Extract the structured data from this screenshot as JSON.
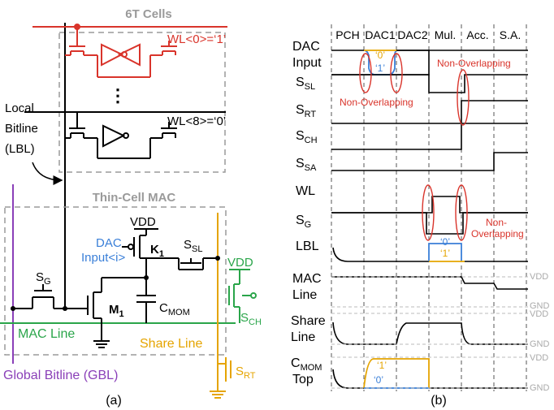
{
  "colors": {
    "black": "#000000",
    "red": "#d9342b",
    "green": "#2aa54a",
    "orange": "#e5a400",
    "blue": "#3a7fd8",
    "purple": "#8a3fb8",
    "gray": "#9a9a9a"
  },
  "left": {
    "cells_title": "6T Cells",
    "wl0": "WL<0>=‘1’",
    "dots": "⋮",
    "wl8": "WL<8>=‘0’",
    "lbl_1": "Local",
    "lbl_2": "Bitline",
    "lbl_3": "(LBL)",
    "mac_title": "Thin-Cell MAC",
    "vdd1": "VDD",
    "dac_1": "DAC",
    "dac_2": "Input<i>",
    "k1": "K",
    "k1_sub": "1",
    "ssl": "S",
    "ssl_sub": "SL",
    "sg": "S",
    "sg_sub": "G",
    "m1": "M",
    "m1_sub": "1",
    "cmom": "C",
    "cmom_sub": "MOM",
    "vdd2": "VDD",
    "sch": "S",
    "sch_sub": "CH",
    "mac_line": "MAC Line",
    "share_line": "Share Line",
    "gbl": "Global Bitline (GBL)",
    "srt": "S",
    "srt_sub": "RT",
    "caption": "(a)"
  },
  "right": {
    "phases": [
      "PCH",
      "DAC1",
      "DAC2",
      "Mul.",
      "Acc.",
      "S.A."
    ],
    "dac_1": "DAC",
    "dac_2": "Input",
    "ssl": "S",
    "ssl_sub": "SL",
    "srt": "S",
    "srt_sub": "RT",
    "sch": "S",
    "sch_sub": "CH",
    "ssa": "S",
    "ssa_sub": "SA",
    "wl": "WL",
    "sg": "S",
    "sg_sub": "G",
    "lbl": "LBL",
    "mac_1": "MAC",
    "mac_2": "Line",
    "share_1": "Share",
    "share_2": "Line",
    "cmom": "C",
    "cmom_sub": "MOM",
    "cmom_2": "Top",
    "bit0": "‘0’",
    "bit1": "‘1’",
    "lbl_bit0": "‘0’",
    "lbl_bit1": "‘1’",
    "c_bit1": "‘1’",
    "c_bit0": "‘0’",
    "non_ov_1": "Non-Overlapping",
    "non_ov_2": "Non-Overlapping",
    "non_ov_3a": "Non-",
    "non_ov_3b": "Overlapping",
    "vdd": "VDD",
    "gnd": "GND",
    "caption": "(b)"
  }
}
